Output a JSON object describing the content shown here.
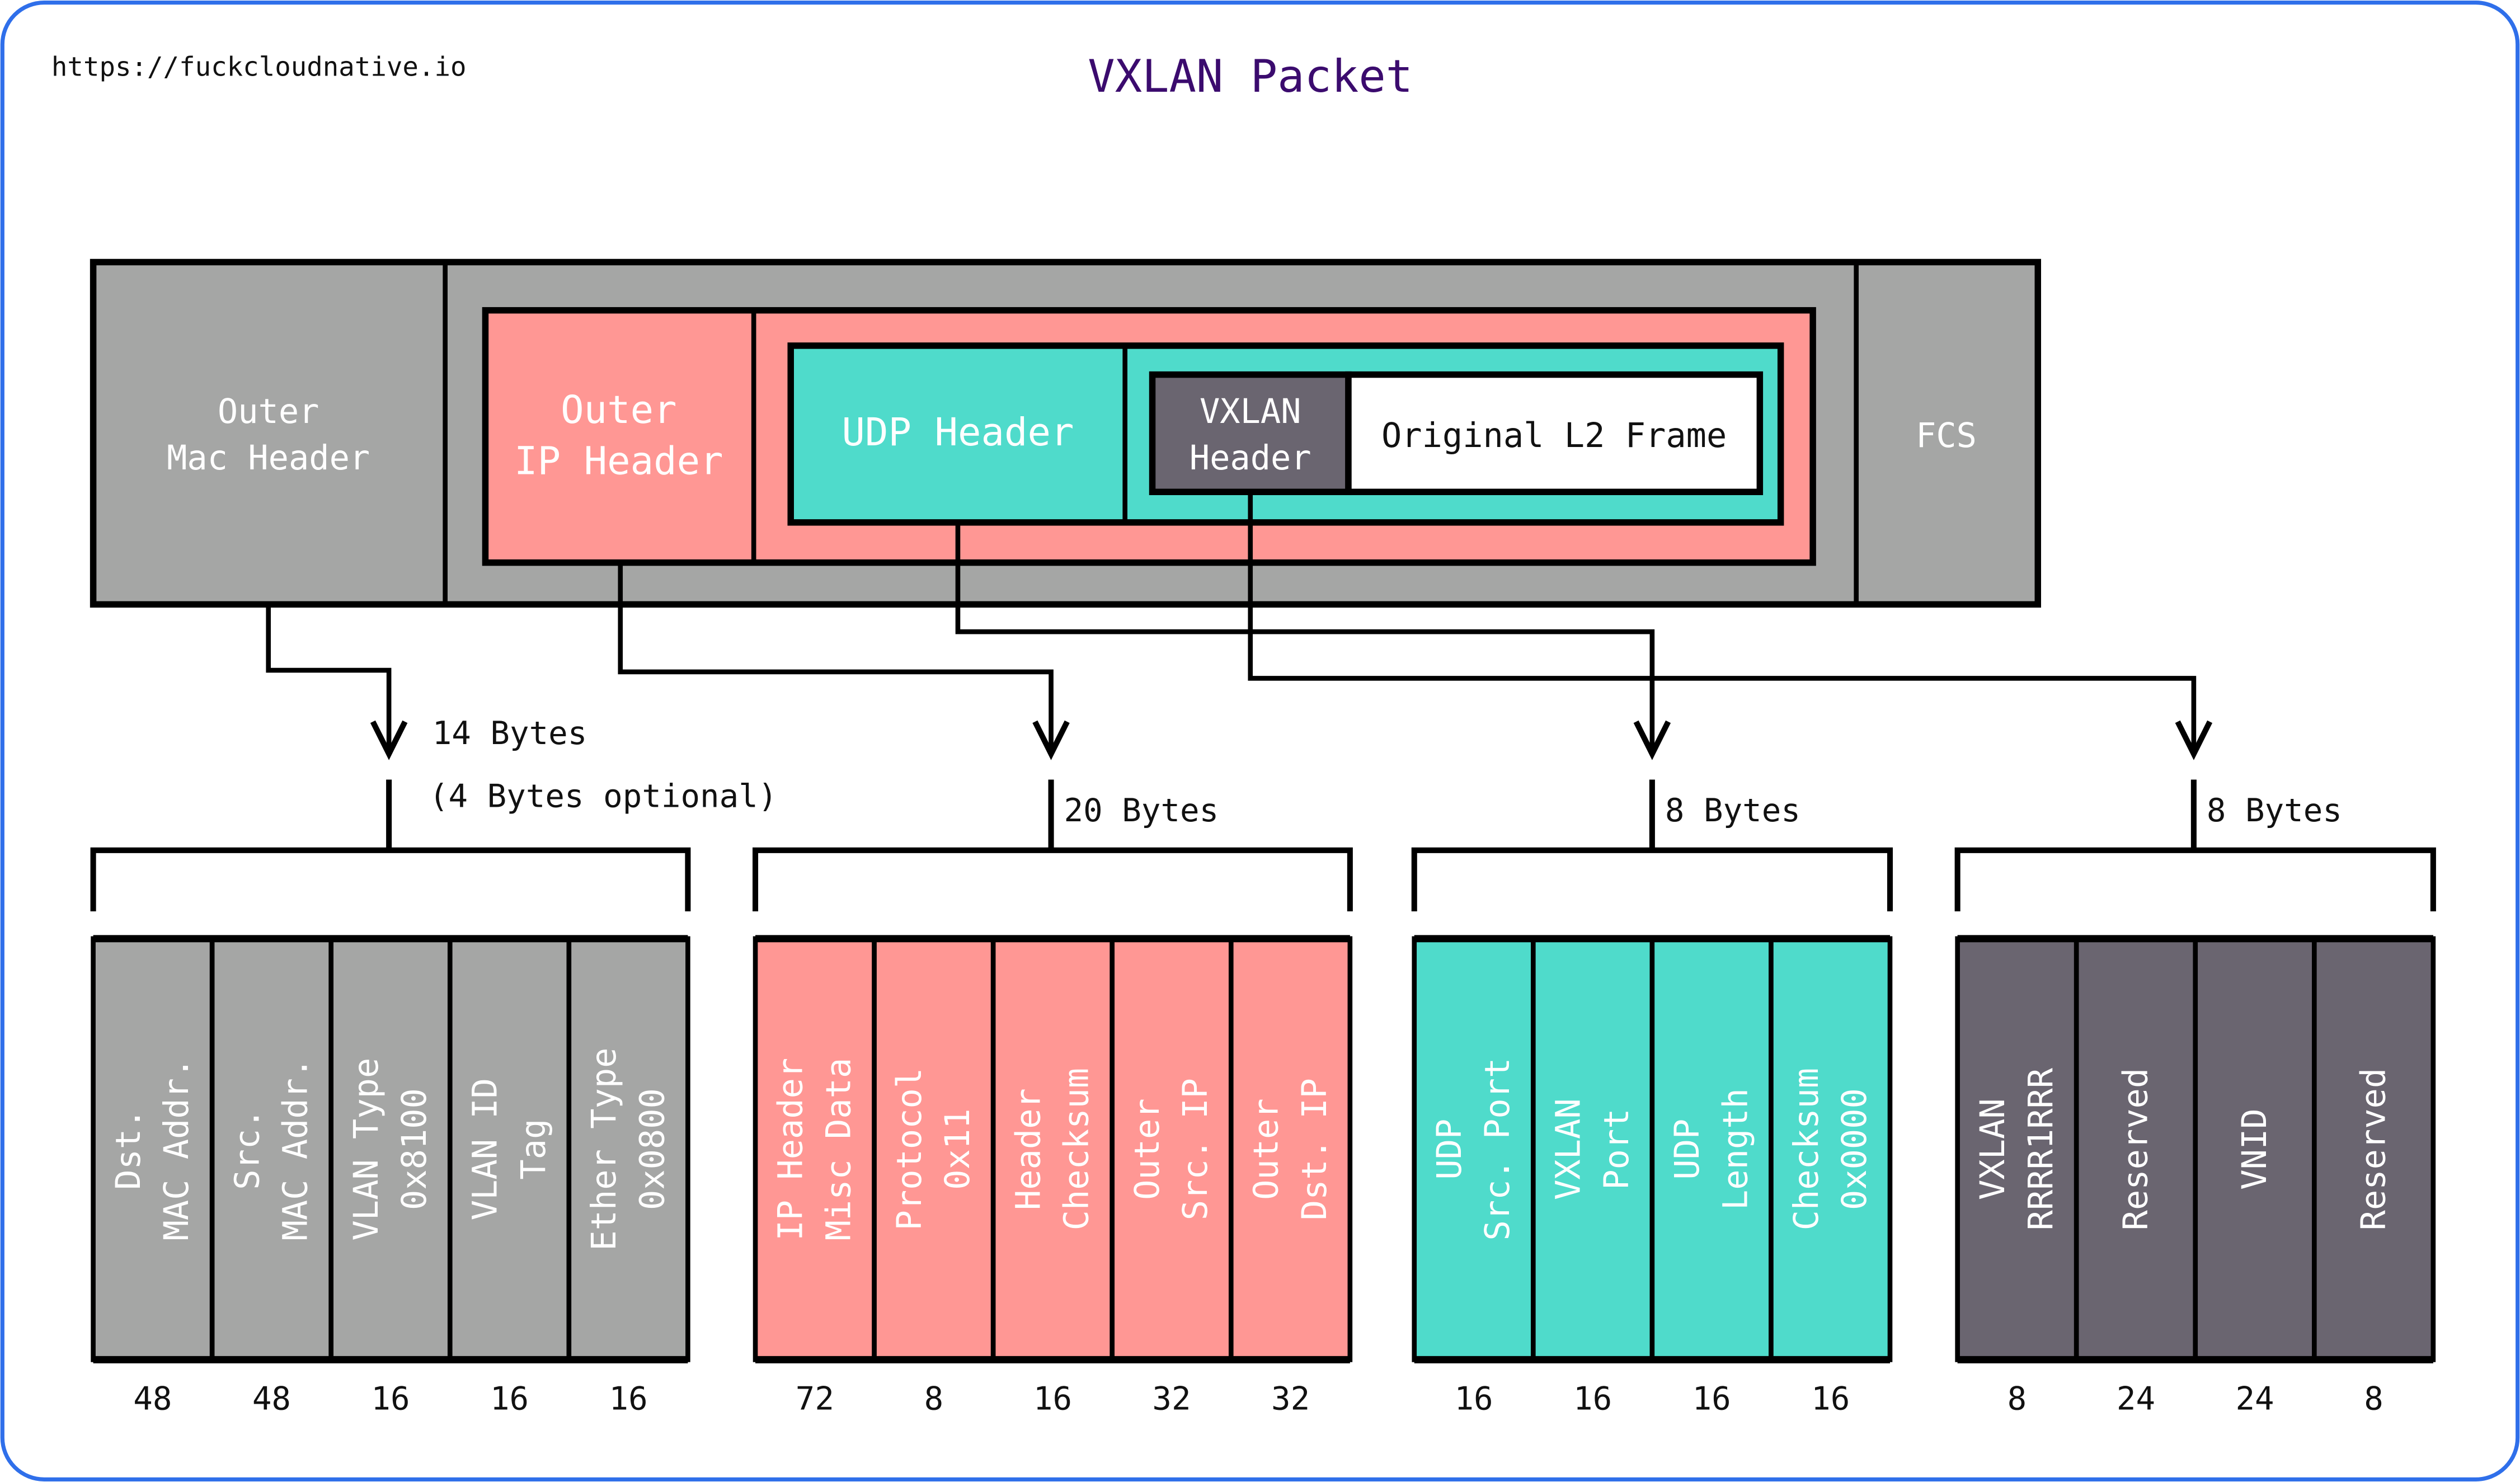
{
  "url": "https://fuckcloudnative.io",
  "title": "VXLAN Packet",
  "colors": {
    "border": "#2f6fea",
    "title": "#3b0b6e",
    "gray": "#a5a6a5",
    "pink": "#ff9794",
    "teal": "#4fdbcb",
    "dark": "#6a6570",
    "white": "#ffffff"
  },
  "packet": {
    "outer_mac": [
      "Outer",
      "Mac Header"
    ],
    "outer_ip": [
      "Outer",
      "IP Header"
    ],
    "udp": "UDP Header",
    "vxlan": [
      "VXLAN",
      "Header"
    ],
    "original": "Original L2 Frame",
    "fcs": "FCS"
  },
  "groups": [
    {
      "size_label": [
        "14 Bytes",
        "(4 Bytes optional)"
      ],
      "color": "gray",
      "fields": [
        {
          "lines": [
            "Dst.",
            "MAC Addr."
          ],
          "bits": "48"
        },
        {
          "lines": [
            "Src.",
            "MAC Addr."
          ],
          "bits": "48"
        },
        {
          "lines": [
            "VLAN Type",
            "0x8100"
          ],
          "bits": "16"
        },
        {
          "lines": [
            "VLAN ID",
            "Tag"
          ],
          "bits": "16"
        },
        {
          "lines": [
            "Ether Type",
            "0x0800"
          ],
          "bits": "16"
        }
      ]
    },
    {
      "size_label": [
        "20 Bytes"
      ],
      "color": "pink",
      "fields": [
        {
          "lines": [
            "IP Header",
            "Misc Data"
          ],
          "bits": "72"
        },
        {
          "lines": [
            "Protocol",
            "0x11"
          ],
          "bits": "8"
        },
        {
          "lines": [
            "Header",
            "Checksum"
          ],
          "bits": "16"
        },
        {
          "lines": [
            "Outer",
            "Src. IP"
          ],
          "bits": "32"
        },
        {
          "lines": [
            "Outer",
            "Dst. IP"
          ],
          "bits": "32"
        }
      ]
    },
    {
      "size_label": [
        "8 Bytes"
      ],
      "color": "teal",
      "fields": [
        {
          "lines": [
            "UDP",
            "Src. Port"
          ],
          "bits": "16"
        },
        {
          "lines": [
            "VXLAN",
            "Port"
          ],
          "bits": "16"
        },
        {
          "lines": [
            "UDP",
            "Length"
          ],
          "bits": "16"
        },
        {
          "lines": [
            "Checksum",
            "0x0000"
          ],
          "bits": "16"
        }
      ]
    },
    {
      "size_label": [
        "8 Bytes"
      ],
      "color": "dark",
      "fields": [
        {
          "lines": [
            "VXLAN",
            "RRRR1RRR"
          ],
          "bits": "8"
        },
        {
          "lines": [
            "Reserved"
          ],
          "bits": "24"
        },
        {
          "lines": [
            "VNID"
          ],
          "bits": "24"
        },
        {
          "lines": [
            "Reserved"
          ],
          "bits": "8"
        }
      ]
    }
  ]
}
